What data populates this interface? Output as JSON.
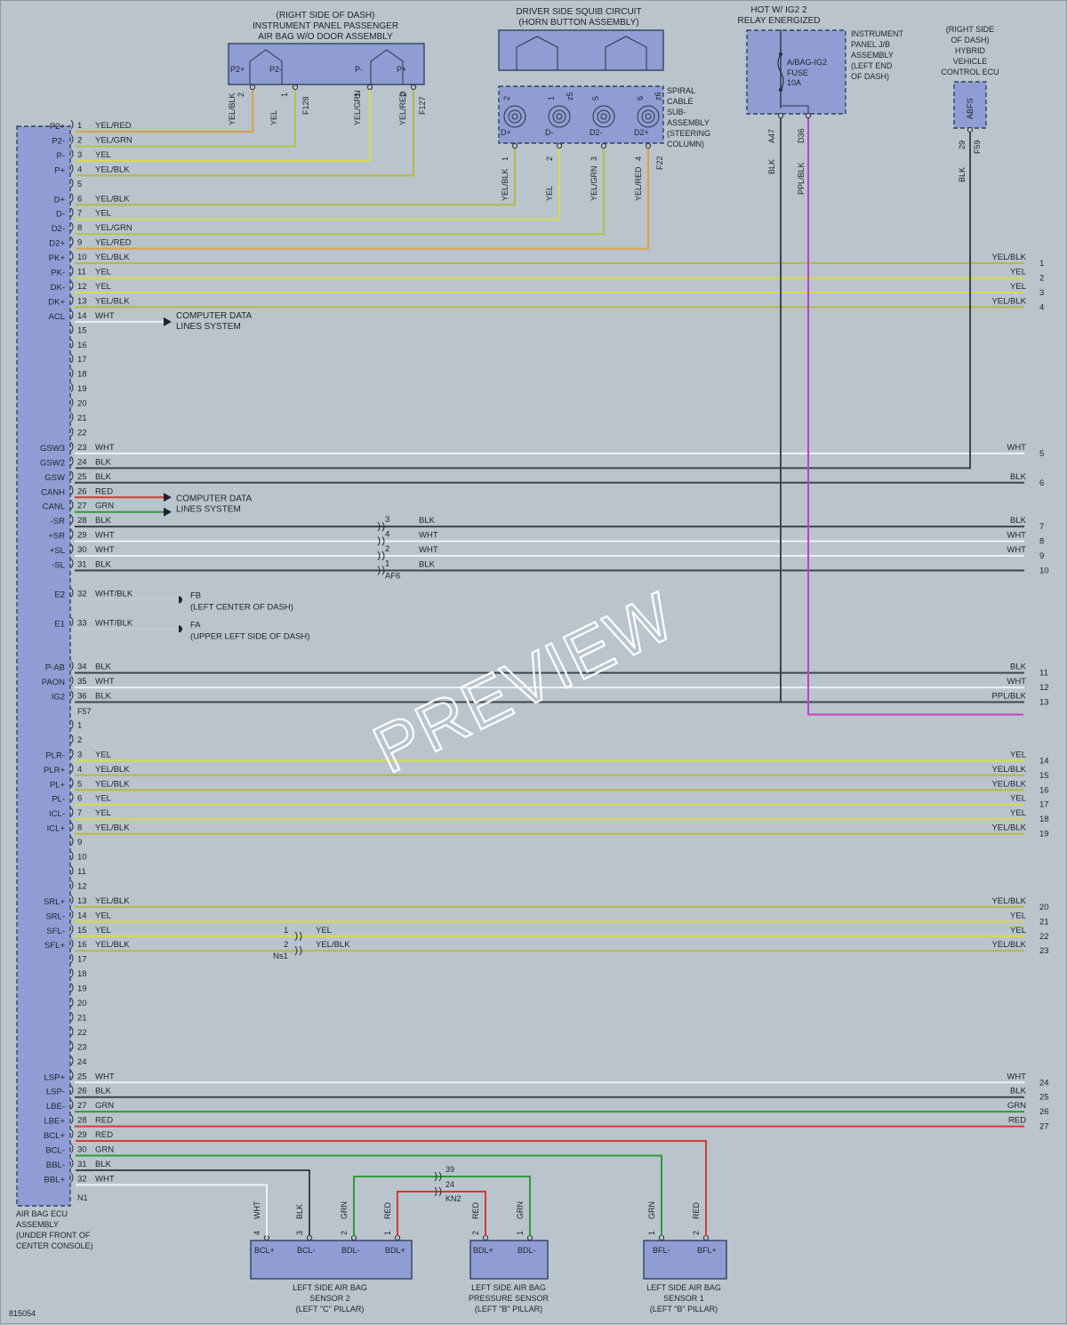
{
  "colors": {
    "YEL": "#d8da4c",
    "BLK": "#3e454d",
    "WHT": "#eef1f4",
    "GRN": "#2f9a3c",
    "RED": "#d63a32",
    "PPL": "#c23fc2",
    "YEL/RED": "#e0a040",
    "YEL/GRN": "#a9c845",
    "YEL/BLK": "#b6b842",
    "PPL/BLK": "#c23fc2",
    "WHT/BLK": "#c4c9cf"
  },
  "ecu": {
    "label": [
      "AIR BAG ECU",
      "ASSEMBLY",
      "(UNDER FRONT OF",
      "CENTER CONSOLE)"
    ],
    "c1_name": "F57",
    "c2_name": "N1"
  },
  "drawing_id": "815054",
  "watermark": "PREVIEW",
  "rows": [
    {
      "conn": 1,
      "pin": "1",
      "term": "P2+",
      "color": "YEL/RED",
      "dest": "pass",
      "col": 3
    },
    {
      "conn": 1,
      "pin": "2",
      "term": "P2-",
      "color": "YEL/GRN",
      "dest": "pass",
      "col": 2
    },
    {
      "conn": 1,
      "pin": "3",
      "term": "P-",
      "color": "YEL",
      "dest": "pass",
      "col": 1
    },
    {
      "conn": 1,
      "pin": "4",
      "term": "P+",
      "color": "YEL/BLK",
      "dest": "pass",
      "col": 0
    },
    {
      "conn": 1,
      "pin": "5",
      "term": "",
      "color": "",
      "dest": "none"
    },
    {
      "conn": 1,
      "pin": "6",
      "term": "D+",
      "color": "YEL/BLK",
      "dest": "spiral",
      "col": 0
    },
    {
      "conn": 1,
      "pin": "7",
      "term": "D-",
      "color": "YEL",
      "dest": "spiral",
      "col": 1
    },
    {
      "conn": 1,
      "pin": "8",
      "term": "D2-",
      "color": "YEL/GRN",
      "dest": "spiral",
      "col": 2
    },
    {
      "conn": 1,
      "pin": "9",
      "term": "D2+",
      "color": "YEL/RED",
      "dest": "spiral",
      "col": 3
    },
    {
      "conn": 1,
      "pin": "10",
      "term": "PK+",
      "color": "YEL/BLK",
      "dest": "right",
      "right_pin": "1",
      "right_label": "YEL/BLK"
    },
    {
      "conn": 1,
      "pin": "11",
      "term": "PK-",
      "color": "YEL",
      "dest": "right",
      "right_pin": "2",
      "right_label": "YEL"
    },
    {
      "conn": 1,
      "pin": "12",
      "term": "DK-",
      "color": "YEL",
      "dest": "right",
      "right_pin": "3",
      "right_label": "YEL"
    },
    {
      "conn": 1,
      "pin": "13",
      "term": "DK+",
      "color": "YEL/BLK",
      "dest": "right",
      "right_pin": "4",
      "right_label": "YEL/BLK"
    },
    {
      "conn": 1,
      "pin": "14",
      "term": "ACL",
      "color": "WHT",
      "dest": "cdl",
      "cdl": "a"
    },
    {
      "conn": 1,
      "pin": "15",
      "term": "",
      "color": "",
      "dest": "none"
    },
    {
      "conn": 1,
      "pin": "16",
      "term": "",
      "color": "",
      "dest": "none"
    },
    {
      "conn": 1,
      "pin": "17",
      "term": "",
      "color": "",
      "dest": "none"
    },
    {
      "conn": 1,
      "pin": "18",
      "term": "",
      "color": "",
      "dest": "none"
    },
    {
      "conn": 1,
      "pin": "19",
      "term": "",
      "color": "",
      "dest": "none"
    },
    {
      "conn": 1,
      "pin": "20",
      "term": "",
      "color": "",
      "dest": "none"
    },
    {
      "conn": 1,
      "pin": "21",
      "term": "",
      "color": "",
      "dest": "none"
    },
    {
      "conn": 1,
      "pin": "22",
      "term": "",
      "color": "",
      "dest": "none"
    },
    {
      "conn": 1,
      "pin": "23",
      "term": "GSW3",
      "color": "WHT",
      "dest": "right",
      "right_pin": "5",
      "right_label": "WHT"
    },
    {
      "conn": 1,
      "pin": "24",
      "term": "GSW2",
      "color": "BLK",
      "dest": "hv"
    },
    {
      "conn": 1,
      "pin": "25",
      "term": "GSW",
      "color": "BLK",
      "dest": "right",
      "right_pin": "6",
      "right_label": "BLK"
    },
    {
      "conn": 1,
      "pin": "26",
      "term": "CANH",
      "color": "RED",
      "dest": "cdl",
      "cdl": "b"
    },
    {
      "conn": 1,
      "pin": "27",
      "term": "CANL",
      "color": "GRN",
      "dest": "cdl",
      "cdl": "b"
    },
    {
      "conn": 1,
      "pin": "28",
      "term": "-SR",
      "color": "BLK",
      "dest": "splice",
      "sp_pin": "3",
      "sp_label": "BLK",
      "right_pin": "7",
      "right_label": "BLK"
    },
    {
      "conn": 1,
      "pin": "29",
      "term": "+SR",
      "color": "WHT",
      "dest": "splice",
      "sp_pin": "4",
      "sp_label": "WHT",
      "right_pin": "8",
      "right_label": "WHT"
    },
    {
      "conn": 1,
      "pin": "30",
      "term": "+SL",
      "color": "WHT",
      "dest": "splice",
      "sp_pin": "2",
      "sp_label": "WHT",
      "right_pin": "9",
      "right_label": "WHT"
    },
    {
      "conn": 1,
      "pin": "31",
      "term": "-SL",
      "color": "BLK",
      "dest": "splice",
      "sp_pin": "1",
      "sp_label": "BLK",
      "right_pin": "10",
      "right_label": ""
    },
    {
      "conn": 1,
      "pin": "",
      "term": "",
      "color": "",
      "dest": "none"
    },
    {
      "conn": 1,
      "pin": "32",
      "term": "E2",
      "color": "WHT/BLK",
      "dest": "ground",
      "gnd": "FB",
      "gnd_loc": "(LEFT CENTER OF DASH)"
    },
    {
      "conn": 1,
      "pin": "",
      "term": "",
      "color": "",
      "dest": "none"
    },
    {
      "conn": 1,
      "pin": "33",
      "term": "E1",
      "color": "WHT/BLK",
      "dest": "ground",
      "gnd": "FA",
      "gnd_loc": "(UPPER LEFT SIDE OF DASH)"
    },
    {
      "conn": 1,
      "pin": "",
      "term": "",
      "color": "",
      "dest": "none"
    },
    {
      "conn": 1,
      "pin": "",
      "term": "",
      "color": "",
      "dest": "none"
    },
    {
      "conn": 1,
      "pin": "34",
      "term": "P-AB",
      "color": "BLK",
      "dest": "right",
      "right_pin": "11",
      "right_label": "BLK"
    },
    {
      "conn": 1,
      "pin": "35",
      "term": "PAON",
      "color": "WHT",
      "dest": "right",
      "right_pin": "12",
      "right_label": "WHT"
    },
    {
      "conn": 1,
      "pin": "36",
      "term": "IG2",
      "color": "BLK",
      "dest": "ig2",
      "right_pin": "13",
      "right_label": "PPL/BLK"
    },
    {
      "conn": 1,
      "pin": "",
      "term": "",
      "color": "",
      "dest": "none"
    },
    {
      "conn": 2,
      "pin": "1",
      "term": "",
      "color": "",
      "dest": "none"
    },
    {
      "conn": 2,
      "pin": "2",
      "term": "",
      "color": "",
      "dest": "none"
    },
    {
      "conn": 2,
      "pin": "3",
      "term": "PLR-",
      "color": "YEL",
      "dest": "right",
      "right_pin": "14",
      "right_label": "YEL"
    },
    {
      "conn": 2,
      "pin": "4",
      "term": "PLR+",
      "color": "YEL/BLK",
      "dest": "right",
      "right_pin": "15",
      "right_label": "YEL/BLK"
    },
    {
      "conn": 2,
      "pin": "5",
      "term": "PL+",
      "color": "YEL/BLK",
      "dest": "right",
      "right_pin": "16",
      "right_label": "YEL/BLK"
    },
    {
      "conn": 2,
      "pin": "6",
      "term": "PL-",
      "color": "YEL",
      "dest": "right",
      "right_pin": "17",
      "right_label": "YEL"
    },
    {
      "conn": 2,
      "pin": "7",
      "term": "ICL-",
      "color": "YEL",
      "dest": "right",
      "right_pin": "18",
      "right_label": "YEL"
    },
    {
      "conn": 2,
      "pin": "8",
      "term": "ICL+",
      "color": "YEL/BLK",
      "dest": "right",
      "right_pin": "19",
      "right_label": "YEL/BLK"
    },
    {
      "conn": 2,
      "pin": "9",
      "term": "",
      "color": "",
      "dest": "none"
    },
    {
      "conn": 2,
      "pin": "10",
      "term": "",
      "color": "",
      "dest": "none"
    },
    {
      "conn": 2,
      "pin": "11",
      "term": "",
      "color": "",
      "dest": "none"
    },
    {
      "conn": 2,
      "pin": "12",
      "term": "",
      "color": "",
      "dest": "none"
    },
    {
      "conn": 2,
      "pin": "13",
      "term": "SRL+",
      "color": "YEL/BLK",
      "dest": "right",
      "right_pin": "20",
      "right_label": "YEL/BLK"
    },
    {
      "conn": 2,
      "pin": "14",
      "term": "SRL-",
      "color": "YEL",
      "dest": "right",
      "right_pin": "21",
      "right_label": "YEL"
    },
    {
      "conn": 2,
      "pin": "15",
      "term": "SFL-",
      "color": "YEL",
      "dest": "ns",
      "sp_pin": "1",
      "sp_label": "YEL",
      "right_pin": "22",
      "right_label": "YEL"
    },
    {
      "conn": 2,
      "pin": "16",
      "term": "SFL+",
      "color": "YEL/BLK",
      "dest": "ns",
      "sp_pin": "2",
      "sp_label": "YEL/BLK",
      "right_pin": "23",
      "right_label": "YEL/BLK"
    },
    {
      "conn": 2,
      "pin": "17",
      "term": "",
      "color": "",
      "dest": "none"
    },
    {
      "conn": 2,
      "pin": "18",
      "term": "",
      "color": "",
      "dest": "none"
    },
    {
      "conn": 2,
      "pin": "19",
      "term": "",
      "color": "",
      "dest": "none"
    },
    {
      "conn": 2,
      "pin": "20",
      "term": "",
      "color": "",
      "dest": "none"
    },
    {
      "conn": 2,
      "pin": "21",
      "term": "",
      "color": "",
      "dest": "none"
    },
    {
      "conn": 2,
      "pin": "22",
      "term": "",
      "color": "",
      "dest": "none"
    },
    {
      "conn": 2,
      "pin": "23",
      "term": "",
      "color": "",
      "dest": "none"
    },
    {
      "conn": 2,
      "pin": "24",
      "term": "",
      "color": "",
      "dest": "none"
    },
    {
      "conn": 2,
      "pin": "25",
      "term": "LSP+",
      "color": "WHT",
      "dest": "right",
      "right_pin": "24",
      "right_label": "WHT"
    },
    {
      "conn": 2,
      "pin": "26",
      "term": "LSP-",
      "color": "BLK",
      "dest": "right",
      "right_pin": "25",
      "right_label": "BLK"
    },
    {
      "conn": 2,
      "pin": "27",
      "term": "LBE-",
      "color": "GRN",
      "dest": "right",
      "right_pin": "26",
      "right_label": "GRN"
    },
    {
      "conn": 2,
      "pin": "28",
      "term": "LBE+",
      "color": "RED",
      "dest": "right",
      "right_pin": "27",
      "right_label": "RED"
    },
    {
      "conn": 2,
      "pin": "29",
      "term": "BCL+",
      "color": "RED",
      "dest": "sensor",
      "target": "s1_bflp"
    },
    {
      "conn": 2,
      "pin": "30",
      "term": "BCL-",
      "color": "GRN",
      "dest": "sensor",
      "target": "s1_bflm"
    },
    {
      "conn": 2,
      "pin": "31",
      "term": "BBL-",
      "color": "BLK",
      "dest": "sensor",
      "target": "s2_bclm"
    },
    {
      "conn": 2,
      "pin": "32",
      "term": "BBL+",
      "color": "WHT",
      "dest": "sensor",
      "target": "s2_bclp"
    }
  ],
  "computer_data": {
    "line1": "COMPUTER DATA",
    "line2": "LINES SYSTEM"
  },
  "splice_af6": "AF6",
  "splice_ns1": "Ns1",
  "splice_kn2": {
    "name": "KN2",
    "pin_a": "39",
    "pin_b": "24"
  },
  "passenger": {
    "title": [
      "(RIGHT SIDE OF DASH)",
      "INSTRUMENT PANEL PASSENGER",
      "AIR BAG W/O DOOR ASSEMBLY"
    ],
    "terms": [
      "P2+",
      "P2-",
      "P-",
      "P+"
    ],
    "wire_labels": [
      "YEL/BLK",
      "YEL",
      "YEL/GRN",
      "YEL/RED"
    ],
    "wire_pins": [
      "2",
      "1",
      "1",
      "2"
    ],
    "conn_left": "F128",
    "conn_right": "F127"
  },
  "horn": {
    "title": [
      "DRIVER SIDE SQUIB CIRCUIT",
      "(HORN BUTTON ASSEMBLY)"
    ]
  },
  "spiral": {
    "label": [
      "SPIRAL",
      "CABLE",
      "SUB-",
      "ASSEMBLY",
      "(STEERING",
      "COLUMN)"
    ],
    "terms": [
      "D+",
      "D-",
      "D2-",
      "D2+"
    ],
    "top_pins": [
      "2",
      "1",
      "5",
      "6"
    ],
    "wire_labels": [
      "YEL/BLK",
      "YEL",
      "YEL/GRN",
      "YEL/RED"
    ],
    "wire_pins": [
      "1",
      "2",
      "3",
      "4"
    ],
    "conn": "F22",
    "top_conns": [
      "z5",
      "z6"
    ]
  },
  "fuse": {
    "header": [
      "HOT W/ IG2 2",
      "RELAY ENERGIZED"
    ],
    "name": "A/BAG-IG2",
    "word": "FUSE",
    "rating": "10A",
    "label": [
      "INSTRUMENT",
      "PANEL J/B",
      "ASSEMBLY",
      "(LEFT END",
      "OF DASH)"
    ],
    "pins": [
      "A47",
      "D36"
    ],
    "wire_labels": [
      "BLK",
      "PPL/BLK"
    ]
  },
  "hv": {
    "label": [
      "(RIGHT SIDE",
      "OF DASH)",
      "HYBRID",
      "VEHICLE",
      "CONTROL ECU"
    ],
    "term": "ABFS",
    "pin": "29",
    "conn": "F59",
    "wire_label": "BLK"
  },
  "sensors": [
    {
      "id": "s2",
      "label": [
        "LEFT SIDE AIR BAG",
        "SENSOR 2",
        "(LEFT \"C\" PILLAR)"
      ],
      "terms": [
        "BCL+",
        "BCL-",
        "BDL-",
        "BDL+"
      ],
      "pins": [
        "4",
        "3",
        "2",
        "1"
      ],
      "wires": [
        "WHT",
        "BLK",
        "GRN",
        "RED"
      ]
    },
    {
      "id": "sp",
      "label": [
        "LEFT SIDE AIR BAG",
        "PRESSURE SENSOR",
        "(LEFT \"B\" PILLAR)"
      ],
      "terms": [
        "BDL+",
        "BDL-"
      ],
      "pins": [
        "2",
        "1"
      ],
      "wires": [
        "RED",
        "GRN"
      ]
    },
    {
      "id": "s1",
      "label": [
        "LEFT SIDE AIR BAG",
        "SENSOR 1",
        "(LEFT \"B\" PILLAR)"
      ],
      "terms": [
        "BFL-",
        "BFL+"
      ],
      "pins": [
        "1",
        "2"
      ],
      "wires": [
        "GRN",
        "RED"
      ]
    }
  ]
}
